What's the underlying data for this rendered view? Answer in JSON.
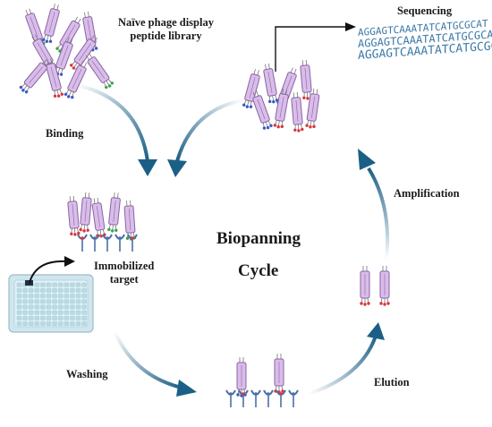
{
  "labels": {
    "library_line1": "Naïve  phage display",
    "library_line2": "peptide library",
    "sequencing": "Sequencing",
    "binding": "Binding",
    "immobilized_line1": "Immobilized",
    "immobilized_line2": "target",
    "washing": "Washing",
    "elution": "Elution",
    "amplification": "Amplification",
    "title_line1": "Biopanning",
    "title_line2": "Cycle"
  },
  "sequence_text": "AGGAGTCAAATATCATGCGCAT",
  "colors": {
    "arrow": "#1c5f86",
    "phage_fill": "#d9bde9",
    "phage_stroke": "#8a62a6",
    "tip_red": "#d9363e",
    "tip_blue": "#3a58c6",
    "tip_green": "#3aa34a",
    "receptor": "#4a6fa8",
    "plate": "#cfe6ee",
    "sequence_text": "#3b79a8"
  }
}
